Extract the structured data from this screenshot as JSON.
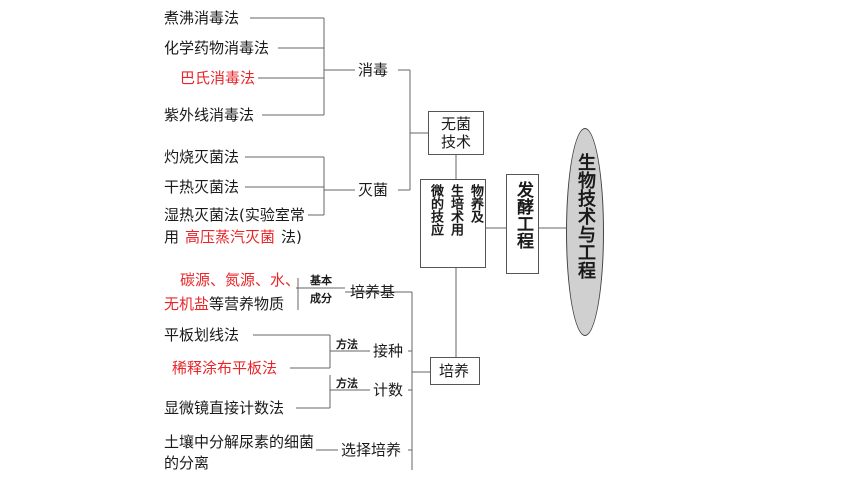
{
  "disinfection": {
    "label": "消毒",
    "methods": [
      "煮沸消毒法",
      "化学药物消毒法",
      "巴氏消毒法",
      "紫外线消毒法"
    ]
  },
  "sterilization": {
    "label": "灭菌",
    "methods": [
      "灼烧灭菌法",
      "干热灭菌法"
    ],
    "moist_line1": "湿热灭菌法(实验室常",
    "moist_line2_pre": "用",
    "moist_line2_red": "高压蒸汽灭菌",
    "moist_line2_post": "法)"
  },
  "aseptic": {
    "line1": "无菌",
    "line2": "技术"
  },
  "culture": {
    "label": "培养",
    "medium": {
      "label": "培养基",
      "tag1": "基本",
      "tag2": "成分",
      "line1_red": "碳源、氮源、水、",
      "line2_red": "无机盐",
      "line2_black": "等营养物质"
    },
    "inoculation": {
      "label": "接种",
      "tag": "方法",
      "methods": [
        "平板划线法",
        "稀释涂布平板法"
      ]
    },
    "counting": {
      "label": "计数",
      "tag": "方法",
      "method": "显微镜直接计数法"
    },
    "selection": {
      "label": "选择培养",
      "line1": "土壤中分解尿素的细菌",
      "line2": "的分离"
    }
  },
  "microbe_app": {
    "cols": [
      "微的技应",
      "生培术用",
      "物养及"
    ]
  },
  "fermentation": {
    "text": "发酵工程"
  },
  "root": {
    "text": "生物技术与工程"
  },
  "colors": {
    "highlight": "#e8262a",
    "line": "#555555",
    "ellipse_fill": "#d0d0d0"
  }
}
